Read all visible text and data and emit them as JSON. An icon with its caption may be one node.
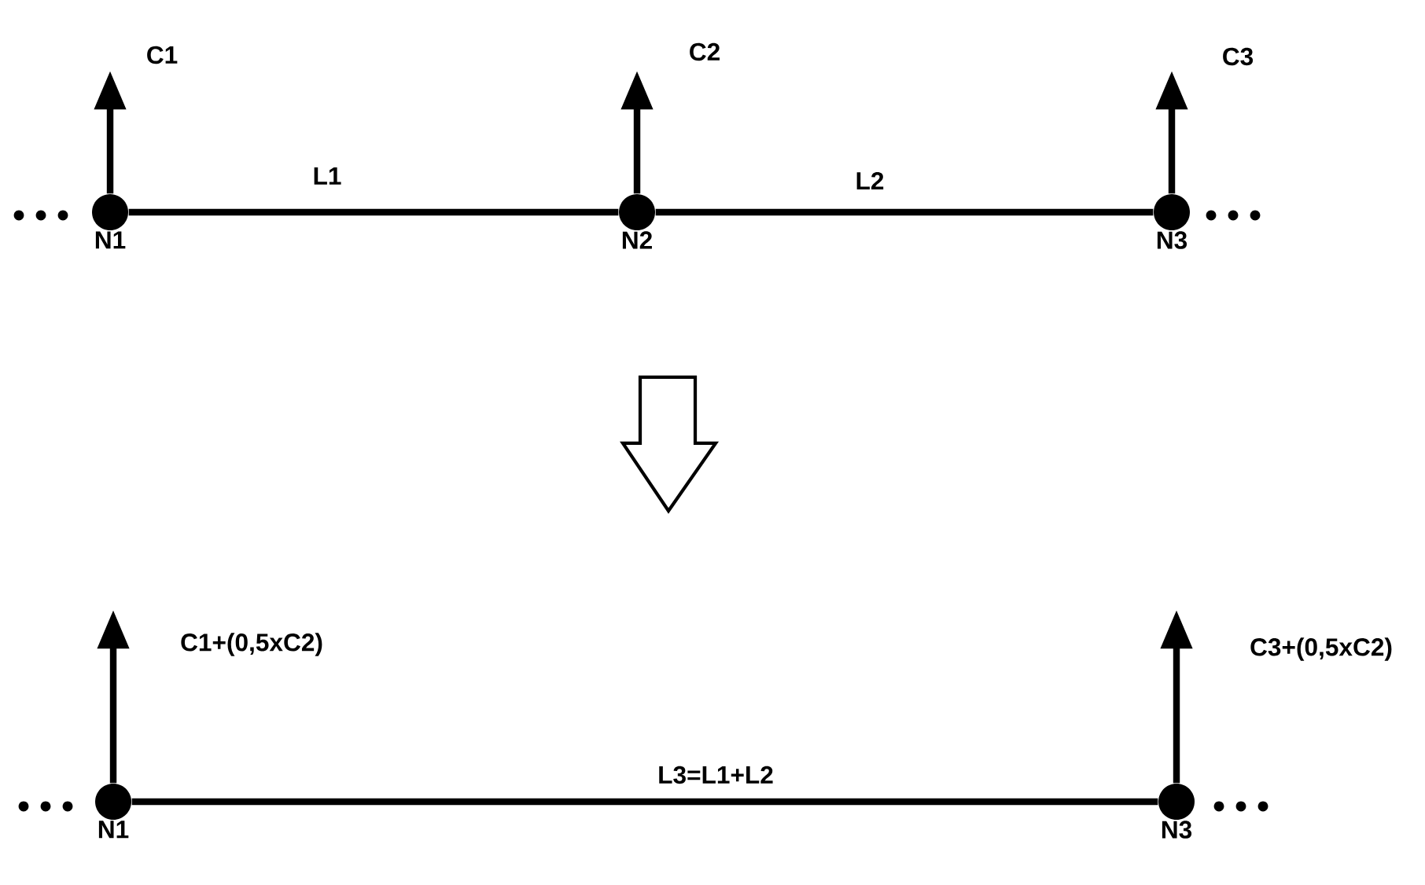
{
  "diagram": {
    "nodes": [
      {
        "text": [
          "N1"
        ]
      },
      {
        "text": [
          "N2"
        ]
      },
      {
        "text": [
          "N3"
        ]
      },
      {
        "text": [
          "N1"
        ]
      },
      {
        "text": [
          "N3"
        ]
      }
    ],
    "edges": [
      {
        "from": 0,
        "to": 1,
        "arrow": "none",
        "label": "L1"
      },
      {
        "from": 1,
        "to": 2,
        "arrow": "none",
        "label": "L2"
      },
      {
        "from": 0,
        "to": null,
        "arrow": "to",
        "label": "C1"
      },
      {
        "from": 1,
        "to": null,
        "arrow": "to",
        "label": "C2"
      },
      {
        "from": 2,
        "to": null,
        "arrow": "to",
        "label": "C3"
      },
      {
        "from": 3,
        "to": 4,
        "arrow": "none",
        "label": "L3=L1+L2"
      },
      {
        "from": 3,
        "to": null,
        "arrow": "to",
        "label": "C1+(0,5xC2)"
      },
      {
        "from": 4,
        "to": null,
        "arrow": "to",
        "label": "C3+(0,5xC2)"
      }
    ]
  }
}
